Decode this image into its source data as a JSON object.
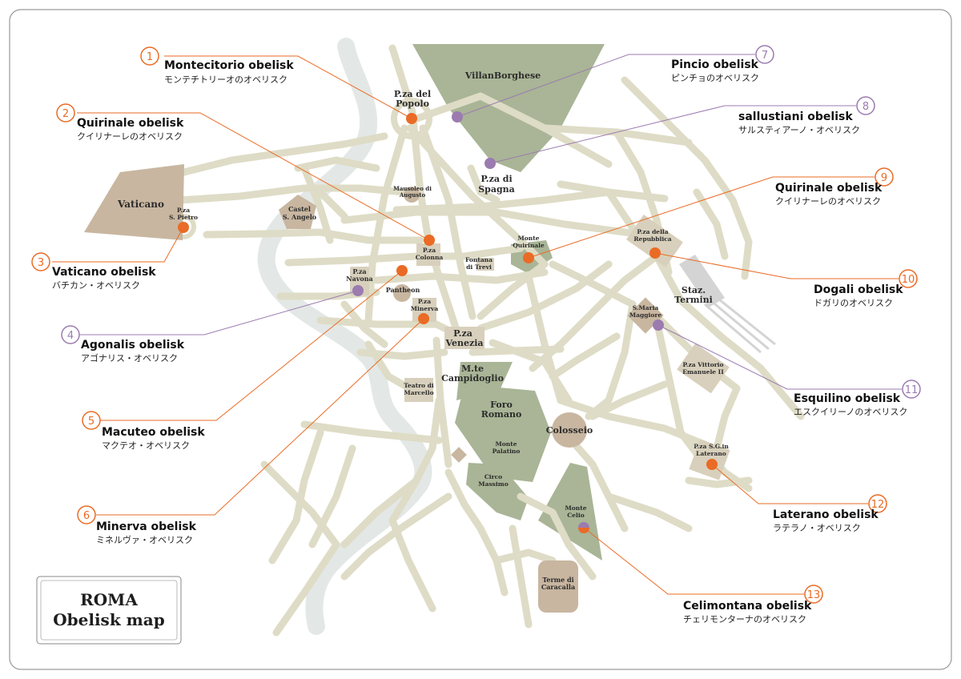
{
  "legend": {
    "line1": "ROMA",
    "line2": "Obelisk map"
  },
  "colors": {
    "orange": "#ea6b25",
    "purple": "#9b7bb0",
    "road": "#dedcc6",
    "park": "#a9b596",
    "building": "#c8b6a0",
    "river": "#e3e8e6"
  },
  "places": {
    "villa_borghese": "VillanBorghese",
    "vaticano": "Vaticano",
    "popolo": [
      "P.za del",
      "Popolo"
    ],
    "spagna": [
      "P.za di",
      "Spagna"
    ],
    "mausoleo": [
      "Mausoleo di",
      "Augusto"
    ],
    "castel": [
      "Castel",
      "S. Angelo"
    ],
    "s_pietro": [
      "P.za",
      "S. Pietro"
    ],
    "colonna": [
      "P.za",
      "Colonna"
    ],
    "trevi": [
      "Fontana",
      "di Trevi"
    ],
    "quirinale": [
      "Monte",
      "Quirinale"
    ],
    "repubblica": [
      "P.za della",
      "Repubblica"
    ],
    "termini": [
      "Staz.",
      "Termini"
    ],
    "navona": [
      "P.za",
      "Navona"
    ],
    "pantheon": "Pantheon",
    "minerva": [
      "P.za",
      "Minerva"
    ],
    "maggiore": [
      "S.Maria",
      "Maggiore"
    ],
    "venezia": [
      "P.za",
      "Venezia"
    ],
    "vittorio": [
      "P.za Vittorio",
      "Emanuele II"
    ],
    "campidoglio": [
      "M.te",
      "Campidoglio"
    ],
    "marcello": [
      "Teatro di",
      "Marcello"
    ],
    "foro": [
      "Foro",
      "Romano"
    ],
    "colosseo": "Colosseio",
    "palatino": [
      "Monte",
      "Palatino"
    ],
    "laterano": [
      "P.za S.G.in",
      "Laterano"
    ],
    "circo": [
      "Circo",
      "Massimo"
    ],
    "celio": [
      "Monte",
      "Celio"
    ],
    "caracalla": [
      "Terme di",
      "Caracalla"
    ]
  },
  "obelisks": [
    {
      "num": "1",
      "name": "Montecitorio obelisk",
      "ja": "モンテチトリーオのオベリスク",
      "color": "orange"
    },
    {
      "num": "2",
      "name": "Quirinale obelisk",
      "ja": "クイリナーレのオベリスク",
      "color": "orange"
    },
    {
      "num": "3",
      "name": "Vaticano obelisk",
      "ja": "バチカン・オベリスク",
      "color": "orange"
    },
    {
      "num": "4",
      "name": "Agonalis obelisk",
      "ja": "アゴナリス・オベリスク",
      "color": "purple"
    },
    {
      "num": "5",
      "name": "Macuteo obelisk",
      "ja": "マクテオ・オベリスク",
      "color": "orange"
    },
    {
      "num": "6",
      "name": "Minerva obelisk",
      "ja": "ミネルヴァ・オベリスク",
      "color": "orange"
    },
    {
      "num": "7",
      "name": "Pincio obelisk",
      "ja": "ピンチョのオベリスク",
      "color": "purple"
    },
    {
      "num": "8",
      "name": "sallustiani obelisk",
      "ja": "サルスティアーノ・オベリスク",
      "color": "purple"
    },
    {
      "num": "9",
      "name": "Quirinale obelisk",
      "ja": "クイリナーレのオベリスク",
      "color": "orange"
    },
    {
      "num": "10",
      "name": "Dogali obelisk",
      "ja": "ドガリのオベリスク",
      "color": "orange"
    },
    {
      "num": "11",
      "name": "Esquilino obelisk",
      "ja": "エスクイリーノのオベリスク",
      "color": "purple"
    },
    {
      "num": "12",
      "name": "Laterano obelisk",
      "ja": "ラテラノ・オベリスク",
      "color": "orange"
    },
    {
      "num": "13",
      "name": "Celimontana obelisk",
      "ja": "チェリモンターナのオベリスク",
      "color": "orange"
    }
  ]
}
